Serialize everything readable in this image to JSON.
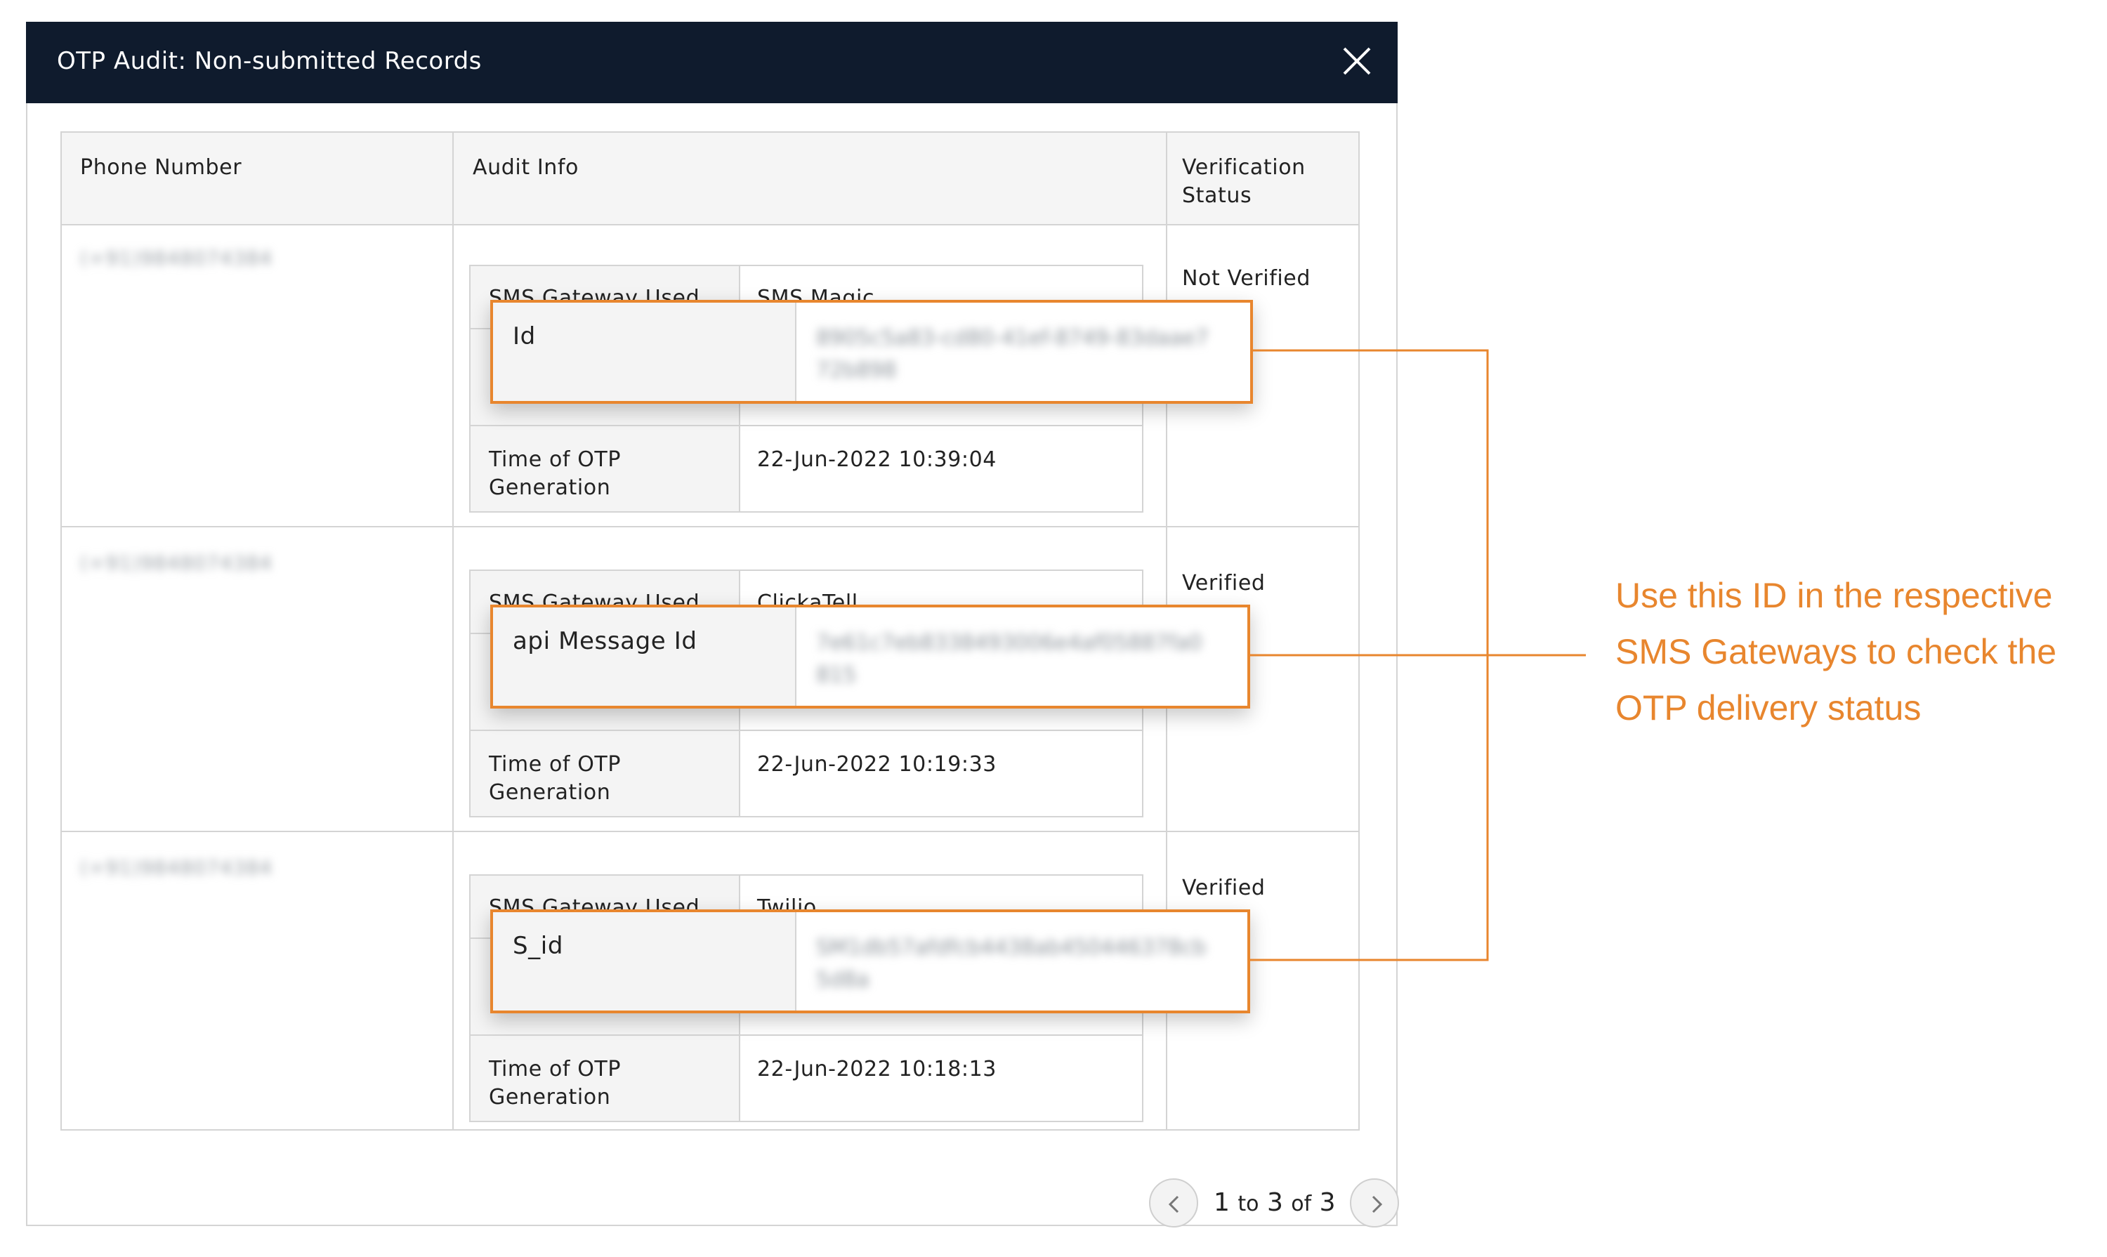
{
  "modal": {
    "title": "OTP Audit: Non-submitted Records"
  },
  "table": {
    "headers": {
      "phone": "Phone Number",
      "audit": "Audit Info",
      "status_line1": "Verification",
      "status_line2": "Status"
    },
    "rows": [
      {
        "phone": "(+91)9848074384",
        "status": "Not Verified",
        "gateway_label": "SMS Gateway Used",
        "gateway_value": "SMS Magic",
        "id_label": "Id",
        "id_value": "8905c5a83-cd80-41ef-8749-83daae772b898",
        "time_label_1": "Time of OTP",
        "time_label_2": "Generation",
        "time_value": "22-Jun-2022 10:39:04"
      },
      {
        "phone": "(+91)9848074384",
        "status": "Verified",
        "gateway_label": "SMS Gateway Used",
        "gateway_value": "ClickaTell",
        "id_label": "api Message Id",
        "id_value": "7e61c7eb8338493006e4af05887fa0815",
        "time_label_1": "Time of OTP",
        "time_label_2": "Generation",
        "time_value": "22-Jun-2022 10:19:33"
      },
      {
        "phone": "(+91)9848074384",
        "status": "Verified",
        "gateway_label": "SMS Gateway Used",
        "gateway_value": "Twilio",
        "id_label": "S_id",
        "id_value": "SM1db57afdfcb4438ab450446378cb5d8a",
        "time_label_1": "Time of OTP",
        "time_label_2": "Generation",
        "time_value": "22-Jun-2022 10:18:13"
      }
    ]
  },
  "pagination": {
    "from": "1",
    "to_word": "to",
    "to": "3",
    "of_word": "of",
    "total": "3"
  },
  "callout": {
    "line1": "Use this ID in the respective",
    "line2": "SMS Gateways to check the",
    "line3": "OTP delivery status"
  },
  "colors": {
    "header_bg": "#0f1b2d",
    "accent": "#e8862e",
    "border": "#d4d4d4",
    "label_bg": "#f4f4f4"
  },
  "icons": {
    "close": "close-icon",
    "prev": "chevron-left-icon",
    "next": "chevron-right-icon"
  }
}
